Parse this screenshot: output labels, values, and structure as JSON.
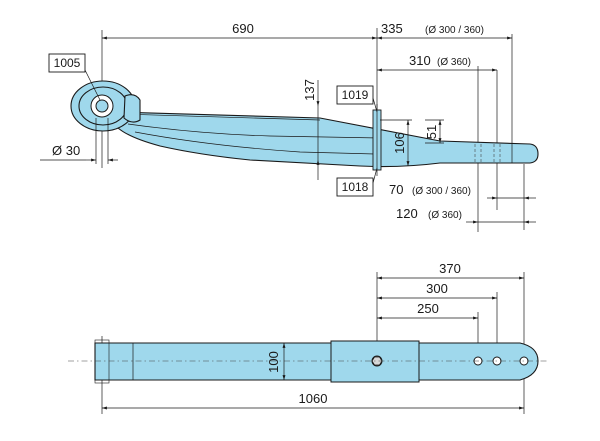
{
  "side_view": {
    "dim_length_to_center": "690",
    "dim_end_335": "335",
    "dim_end_335_note": "(Ø 300 / 360)",
    "dim_end_310": "310",
    "dim_end_310_note": "(Ø 360)",
    "dim_height_137": "137",
    "dim_thickness_106": "106",
    "dim_thickness_51": "51",
    "dim_eye_diameter": "Ø 30",
    "dim_hole_70": "70",
    "dim_hole_70_note": "(Ø 300 / 360)",
    "dim_hole_120": "120",
    "dim_hole_120_note": "(Ø 360)",
    "ref_eye": "1005",
    "ref_top_bolt": "1019",
    "ref_bottom_bolt": "1018"
  },
  "top_view": {
    "dim_370": "370",
    "dim_300": "300",
    "dim_250": "250",
    "dim_width_100": "100",
    "dim_total_1060": "1060"
  },
  "colors": {
    "part_fill": "#9fd8ec",
    "outline": "#1a1a1a"
  }
}
